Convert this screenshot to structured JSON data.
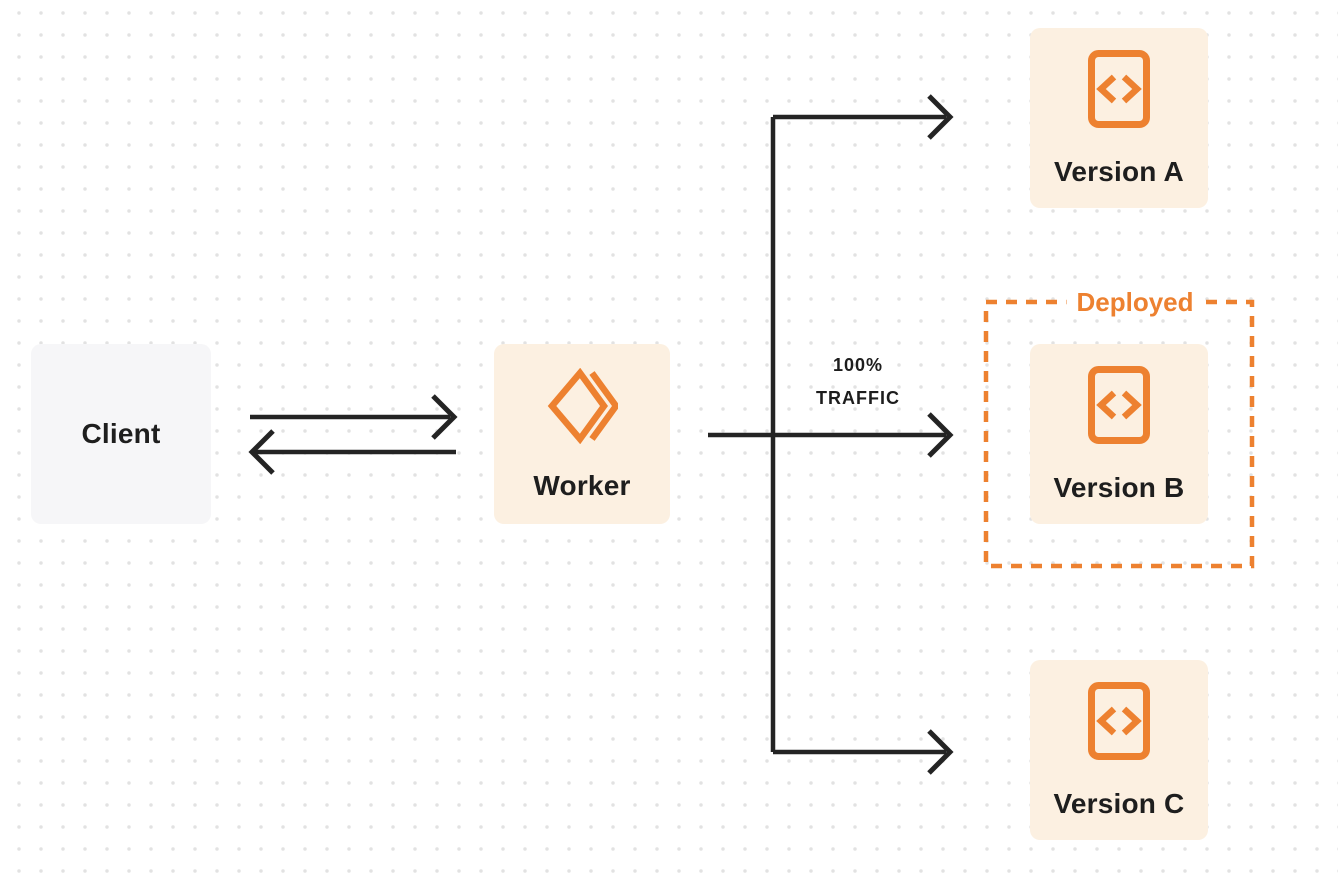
{
  "diagram": {
    "client": {
      "label": "Client"
    },
    "worker": {
      "label": "Worker"
    },
    "versions": [
      {
        "label": "Version A",
        "deployed": false
      },
      {
        "label": "Version B",
        "deployed": true
      },
      {
        "label": "Version C",
        "deployed": false
      }
    ],
    "deployed_label": "Deployed",
    "traffic": {
      "line1": "100%",
      "line2": "TRAFFIC"
    }
  },
  "icons": {
    "worker": "cloudflare-workers-logo-icon",
    "version": "code-file-icon"
  },
  "colors": {
    "orange": "#ED8130",
    "peach_box": "#FCF0E1",
    "client_box_gray": "#F6F6F8",
    "arrow_dark": "#242424",
    "text_dark": "#1E1E1E",
    "dot_gray": "#E2E2E2",
    "background": "#FFFFFF"
  }
}
